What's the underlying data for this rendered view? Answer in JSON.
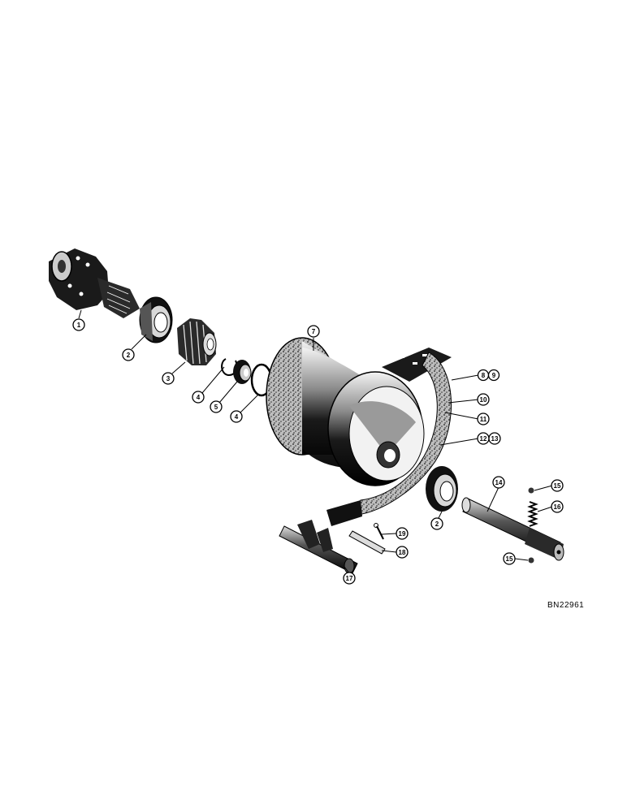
{
  "diagram": {
    "drawing_number": "BN22961",
    "callouts": {
      "c1": "1",
      "c2a": "2",
      "c2b": "2",
      "c3": "3",
      "c4a": "4",
      "c4b": "4",
      "c5": "5",
      "c7": "7",
      "c8": "8",
      "c9": "9",
      "c10": "10",
      "c11": "11",
      "c12": "12",
      "c13": "13",
      "c14": "14",
      "c15a": "15",
      "c15b": "15",
      "c16": "16",
      "c17": "17",
      "c18": "18",
      "c19": "19"
    }
  }
}
